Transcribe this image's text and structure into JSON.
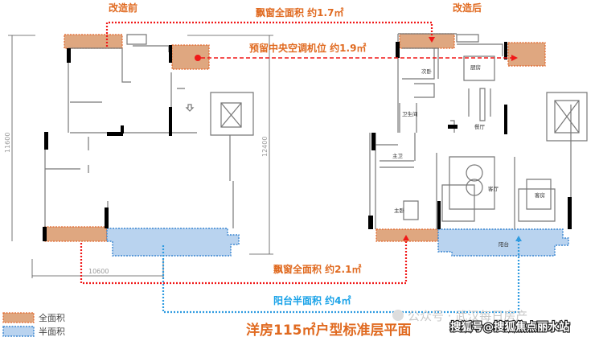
{
  "labels": {
    "before": "改造前",
    "after": "改造后",
    "bay_window_top": "飘窗全面积 约1.7㎡",
    "ac_reserved": "预留中央空调机位 约1.9㎡",
    "bay_window_bottom": "飘窗全面积 约2.1㎡",
    "balcony_half": "阳台半面积 约4㎡"
  },
  "dimensions": {
    "left_height": "11600",
    "right_height": "12400",
    "width": "10600"
  },
  "rooms": {
    "second_bedroom": "次卧",
    "kitchen": "厨房",
    "bathroom": "卫生间",
    "dining": "餐厅",
    "master_bath": "主卫",
    "living": "客厅",
    "master_bedroom": "主卧",
    "guest_room": "客房",
    "balcony": "阳台"
  },
  "legend": [
    {
      "label": "全面积",
      "color": "#d9986a"
    },
    {
      "label": "半面积",
      "color": "#b9d3ef"
    }
  ],
  "title": "洋房115㎡户型标准层平面",
  "watermarks": [
    "公众号 · 武汉每日房产",
    "搜狐号@搜狐焦点丽水站"
  ],
  "colors": {
    "accent": "#e06a20",
    "red_line": "#f01818",
    "blue_line": "#2f9be0"
  }
}
